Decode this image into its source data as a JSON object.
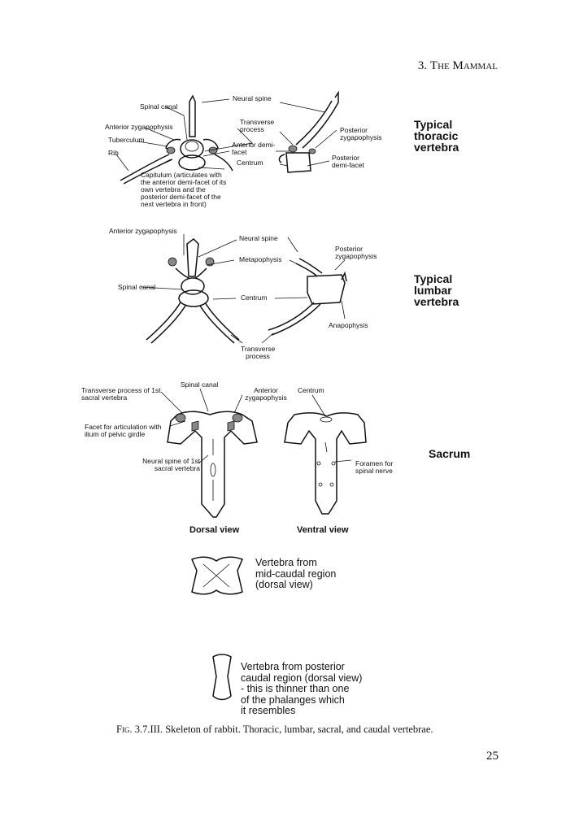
{
  "header": {
    "number": "3.",
    "title": "The Mammal"
  },
  "sections": {
    "thoracic": {
      "title_lines": [
        "Typical",
        "thoracic",
        "vertebra"
      ]
    },
    "lumbar": {
      "title_lines": [
        "Typical",
        "lumbar",
        "vertebra"
      ]
    },
    "sacrum": {
      "title": "Sacrum"
    }
  },
  "labels": {
    "thoracic": {
      "spinal_canal": "Spinal canal",
      "neural_spine": "Neural spine",
      "anterior_zygapophysis": "Anterior zygapophysis",
      "tuberculum": "Tuberculum",
      "rib": "Rib",
      "transverse_process": "Transverse process",
      "anterior_demi_facet": "Anterior demi-facet",
      "centrum": "Centrum",
      "posterior_zygapophysis": "Posterior zygapophysis",
      "posterior_demi_facet": "Posterior demi-facet",
      "capitulum": "Capitulum (articulates with the anterior demi-facet of its own vertebra and the posterior demi-facet of the next vertebra in front)"
    },
    "lumbar": {
      "anterior_zygapophysis": "Anterior zygapophysis",
      "neural_spine": "Neural spine",
      "metapophysis": "Metapophysis",
      "spinal_canal": "Spinal canal",
      "centrum": "Centrum",
      "posterior_zygapophysis": "Posterior zygapophysis",
      "anapophysis": "Anapophysis",
      "transverse_process": "Transverse process"
    },
    "sacrum": {
      "spinal_canal": "Spinal canal",
      "transverse_process": "Transverse process of 1st sacral vertebra",
      "anterior_zygapophysis": "Anterior zygapophysis",
      "centrum": "Centrum",
      "facet": "Facet for articulation with ilium of pelvic girdle",
      "neural_spine": "Neural spine of 1st sacral vertebra",
      "foramen": "Foramen for spinal nerve",
      "dorsal_view": "Dorsal view",
      "ventral_view": "Ventral view"
    }
  },
  "caudal": {
    "mid": {
      "lines": [
        "Vertebra from",
        "mid-caudal region",
        "(dorsal view)"
      ]
    },
    "posterior": {
      "lines": [
        "Vertebra from posterior",
        "caudal region (dorsal view)",
        "- this is thinner than one",
        "of the phalanges which",
        "it resembles"
      ]
    }
  },
  "caption": {
    "label": "Fig. 3.7.III.",
    "text": "Skeleton of rabbit. Thoracic, lumbar, sacral, and caudal vertebrae."
  },
  "page_number": "25"
}
